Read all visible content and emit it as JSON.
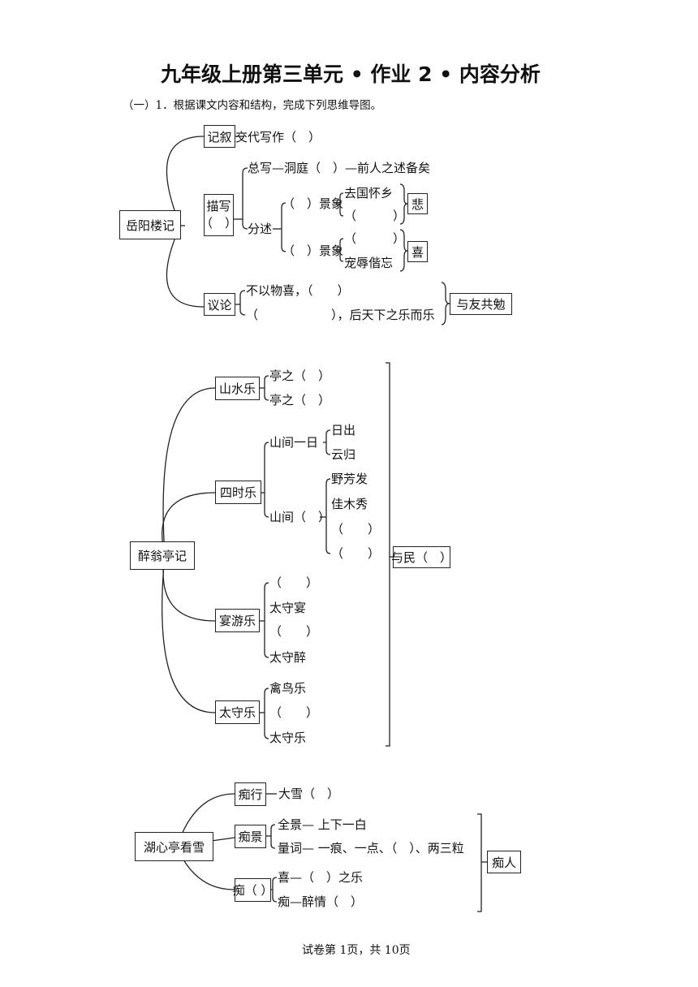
{
  "title": "九年级上册第三单元 • 作业 2 • 内容分析",
  "question": "（一）1．根据课文内容和结构，完成下列思维导图。",
  "map1": {
    "root": "岳阳楼记",
    "jixu": "记叙",
    "jixu_text": "交代写作（　）",
    "miaoxie_line1": "描写",
    "miaoxie_line2": "（　）",
    "zongxie": "总写—洞庭（　）—前人之述备矣",
    "fenshu": "分述",
    "jx1": "（　）景象",
    "jx1_a": "去国怀乡",
    "jx1_b": "（　　　）",
    "bei": "悲",
    "jx2": "（　）景象",
    "jx2_a": "（　　　）",
    "jx2_b": "宠辱偕忘",
    "xi": "喜",
    "yilun": "议论",
    "yl1": "不以物喜，（　　）",
    "yl2": "（　　　　　　），后天下之乐而乐",
    "yuyou": "与友共勉"
  },
  "map2": {
    "root": "醉翁亭记",
    "shanshui": "山水乐",
    "ss1": "亭之（　）",
    "ss2": "亭之（　）",
    "sishi": "四时乐",
    "sjyr": "山间一日",
    "richu": "日出",
    "yungui": "云归",
    "sj": "山间（　）",
    "yefang": "野芳发",
    "jiamu": "佳木秀",
    "blank1": "（　　）",
    "blank2": "（　　）",
    "yanyou": "宴游乐",
    "yy1": "（　　）",
    "yy2": "太守宴",
    "yy3": "（　　）",
    "yy4": "太守醉",
    "taishou": "太守乐",
    "ts1": "禽鸟乐",
    "ts2": "（　　）",
    "ts3": "太守乐",
    "yumin": "与民（　）"
  },
  "map3": {
    "root": "湖心亭看雪",
    "chixing": "痴行",
    "cx_text": "大雪（　）",
    "chijing": "痴景",
    "cj1": "全景— 上下一白",
    "cj2": "量词— 一痕、一点、（　）、两三粒",
    "chi": "痴（ ）",
    "c1": "喜—（　）之乐",
    "c2": "痴—醉情（　）",
    "chiren": "痴人"
  },
  "footer": "试卷第 1页，共 10页"
}
